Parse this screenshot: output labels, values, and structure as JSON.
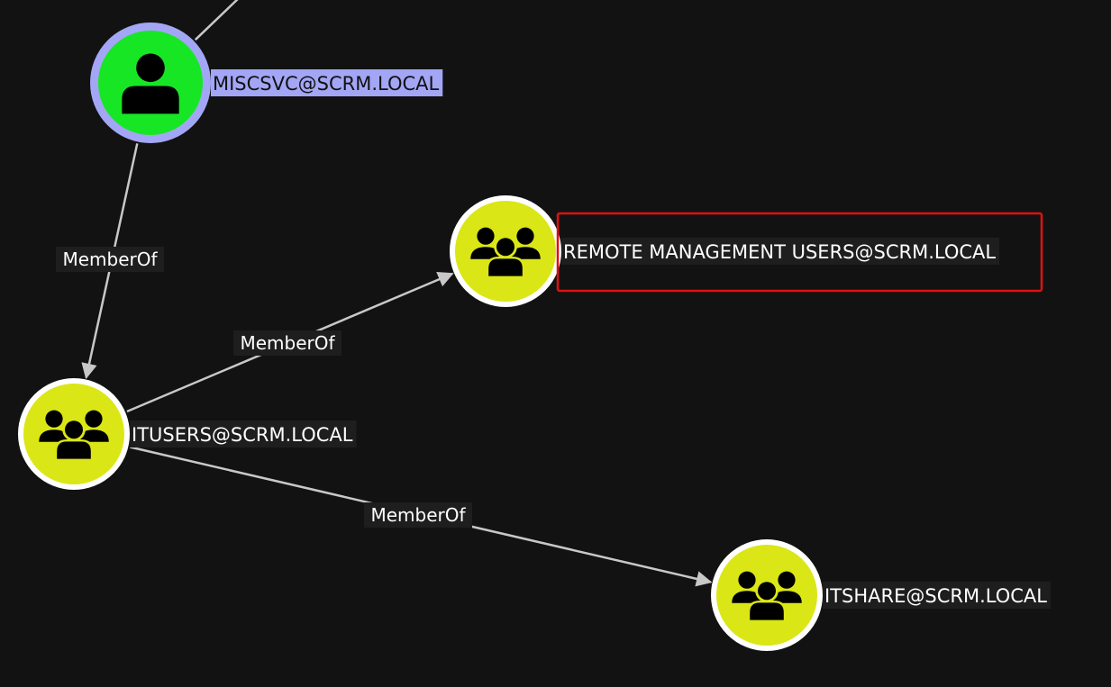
{
  "graph": {
    "nodes": [
      {
        "id": "miscsvc",
        "label": "MISCSVC@SCRM.LOCAL",
        "kind": "user",
        "icon": "user-icon",
        "fill": "#17e625",
        "ring": "#a3a6f5",
        "label_bg": "#a3a6f5",
        "label_color": "#111111",
        "highlighted": false
      },
      {
        "id": "rmu",
        "label": "REMOTE MANAGEMENT USERS@SCRM.LOCAL",
        "kind": "group",
        "icon": "group-icon",
        "fill": "#dbe617",
        "ring": "#ffffff",
        "label_bg": "#1e1e1e",
        "label_color": "#ffffff",
        "highlighted": true
      },
      {
        "id": "itusers",
        "label": "ITUSERS@SCRM.LOCAL",
        "kind": "group",
        "icon": "group-icon",
        "fill": "#dbe617",
        "ring": "#ffffff",
        "label_bg": "#1e1e1e",
        "label_color": "#ffffff",
        "highlighted": false
      },
      {
        "id": "itshare",
        "label": "ITSHARE@SCRM.LOCAL",
        "kind": "group",
        "icon": "group-icon",
        "fill": "#dbe617",
        "ring": "#ffffff",
        "label_bg": "#1e1e1e",
        "label_color": "#ffffff",
        "highlighted": false
      }
    ],
    "edges": [
      {
        "id": "e-upper",
        "from": "offscreen",
        "to": "miscsvc",
        "label": ""
      },
      {
        "id": "e-miscsvc-itusers",
        "from": "miscsvc",
        "to": "itusers",
        "label": "MemberOf"
      },
      {
        "id": "e-itusers-rmu",
        "from": "itusers",
        "to": "rmu",
        "label": "MemberOf"
      },
      {
        "id": "e-itusers-itshare",
        "from": "itusers",
        "to": "itshare",
        "label": "MemberOf"
      }
    ],
    "colors": {
      "background": "#121212",
      "edge": "#c8c8c8",
      "highlight_box": "#e01010",
      "edge_label_bg": "#1e1e1e"
    }
  }
}
